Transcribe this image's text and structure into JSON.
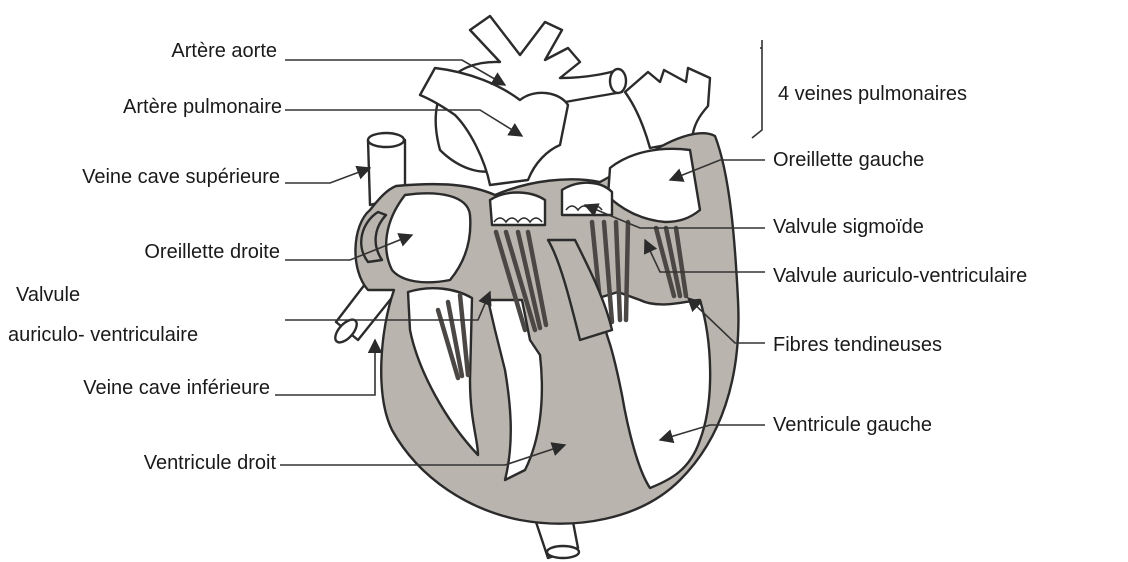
{
  "labels": {
    "aorta": "Artère aorte",
    "pulmonary_artery": "Artère pulmonaire",
    "superior_vena_cava": "Veine cave supérieure",
    "right_atrium": "Oreillette droite",
    "av_valve_right_line1": "Valvule",
    "av_valve_right_line2": "auriculo- ventriculaire",
    "inferior_vena_cava": "Veine cave inférieure",
    "right_ventricle": "Ventricule droit",
    "pulmonary_veins": "4 veines pulmonaires",
    "left_atrium": "Oreillette gauche",
    "sigmoid_valve": "Valvule sigmoïde",
    "av_valve_left": "Valvule auriculo-ventriculaire",
    "tendinous_fibres": "Fibres tendineuses",
    "left_ventricle": "Ventricule gauche"
  },
  "colors": {
    "tissue": "#b9b4ad",
    "outline": "#2b2b2b",
    "text": "#1a1a1a"
  }
}
